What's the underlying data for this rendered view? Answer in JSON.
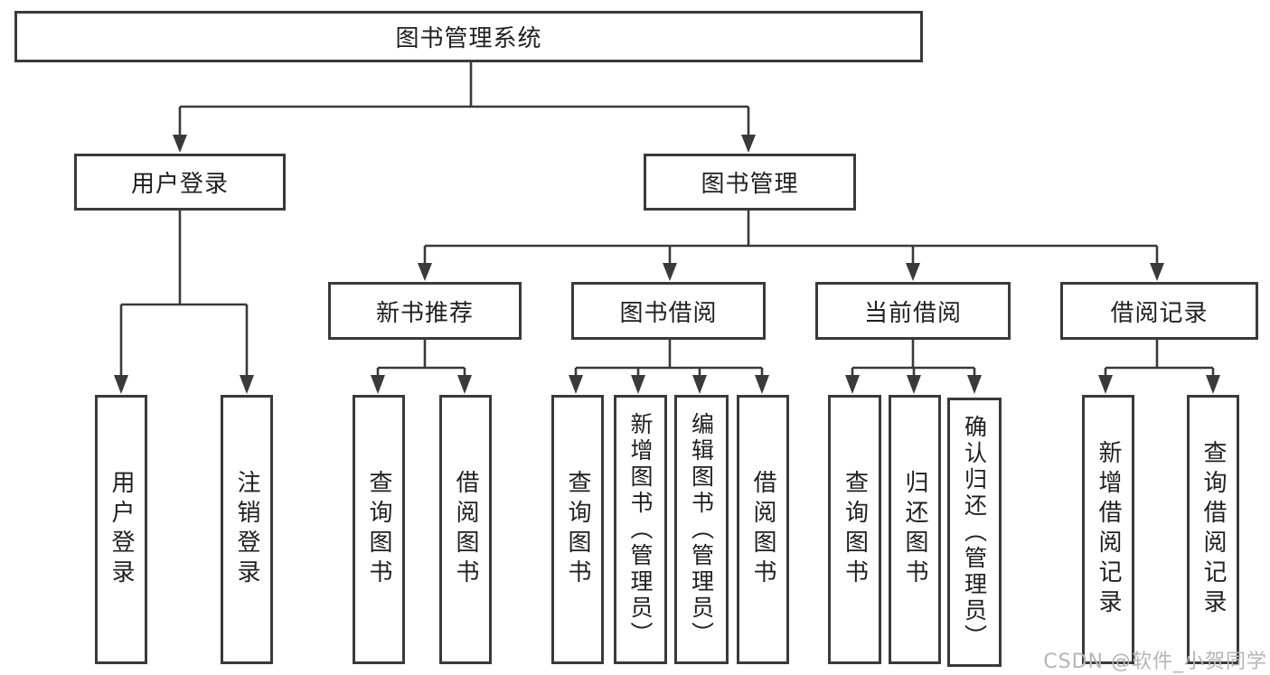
{
  "nodes": {
    "root": {
      "label": "图书管理系统"
    },
    "branches": [
      {
        "label": "用户登录"
      },
      {
        "label": "图书管理"
      }
    ],
    "modules": [
      {
        "label": "新书推荐"
      },
      {
        "label": "图书借阅"
      },
      {
        "label": "当前借阅"
      },
      {
        "label": "借阅记录"
      }
    ],
    "leaves": [
      {
        "label": "用户登录"
      },
      {
        "label": "注销登录"
      },
      {
        "label": "查询图书"
      },
      {
        "label": "借阅图书"
      },
      {
        "label": "查询图书"
      },
      {
        "label": "新增图书（管理员）"
      },
      {
        "label": "编辑图书（管理员）"
      },
      {
        "label": "借阅图书"
      },
      {
        "label": "查询图书"
      },
      {
        "label": "归还图书"
      },
      {
        "label": "确认归还（管理员）"
      },
      {
        "label": "新增借阅记录"
      },
      {
        "label": "查询借阅记录"
      }
    ]
  },
  "watermark": "CSDN @软件_小贺同学",
  "colors": {
    "line": "#3a3a3a",
    "text": "#1f1f1f",
    "watermark": "#b5b5b5",
    "background": "#ffffff"
  }
}
